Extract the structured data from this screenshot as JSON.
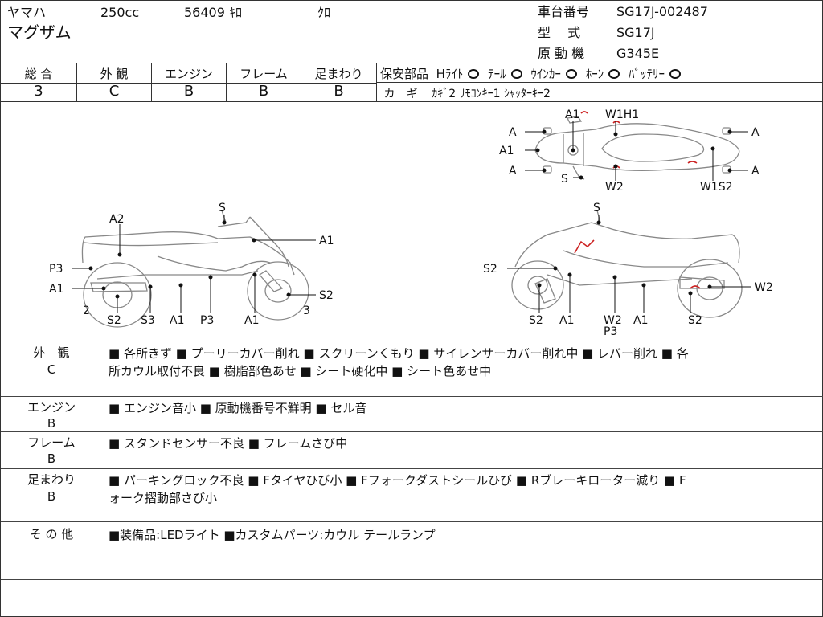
{
  "header": {
    "maker": "ヤマハ",
    "displacement": "250cc",
    "mileage": "56409 ｷﾛ",
    "color": "ｸﾛ",
    "model_name": "マグザム",
    "frame_no_label": "車台番号",
    "frame_no": "SG17J-002487",
    "type_label": "型　 式",
    "type_value": "SG17J",
    "engine_label": "原 動 機",
    "engine_value": "G345E"
  },
  "grades": [
    {
      "label": "総 合",
      "value": "3"
    },
    {
      "label": "外 観",
      "value": "C"
    },
    {
      "label": "エンジン",
      "value": "B"
    },
    {
      "label": "フレーム",
      "value": "B"
    },
    {
      "label": "足まわり",
      "value": "B"
    }
  ],
  "safety": {
    "title": "保安部品",
    "items": [
      "Hﾗｲﾄ",
      "ﾃｰﾙ",
      "ｳｲﾝｶｰ",
      "ﾎｰﾝ",
      "ﾊﾞｯﾃﾘｰ"
    ],
    "keys_label": "カ　ギ",
    "keys_value": "ｶｷﾞ2 ﾘﾓｺﾝｷｰ1 ｼｬｯﾀｰｷｰ2"
  },
  "diagram_labels": {
    "top": [
      "A1",
      "W1H1",
      "A",
      "A",
      "A1",
      "A",
      "A",
      "S",
      "W2",
      "W1S2"
    ],
    "left": [
      "S",
      "A2",
      "A1",
      "P3",
      "A1",
      "S2",
      "2",
      "3",
      "S2",
      "S3",
      "A1",
      "P3",
      "A1"
    ],
    "right": [
      "S",
      "S2",
      "W2",
      "S2",
      "A1",
      "W2",
      "P3",
      "A1",
      "S2"
    ]
  },
  "notes": [
    {
      "label": "外　観",
      "grade": "C",
      "lines": [
        "■ 各所きず ■ プーリーカバー削れ ■ スクリーンくもり ■ サイレンサーカバー削れ中 ■ レバー削れ ■ 各",
        "所カウル取付不良 ■ 樹脂部色あせ ■ シート硬化中 ■ シート色あせ中"
      ]
    },
    {
      "label": "エンジン",
      "grade": "B",
      "lines": [
        "■ エンジン音小 ■ 原動機番号不鮮明 ■ セル音"
      ]
    },
    {
      "label": "フレーム",
      "grade": "B",
      "lines": [
        "■ スタンドセンサー不良 ■ フレームさび中"
      ]
    },
    {
      "label": "足まわり",
      "grade": "B",
      "lines": [
        "■ パーキングロック不良 ■ Fタイヤひび小 ■ Fフォークダストシールひび ■ Rブレーキローター減り ■ F",
        "ォーク摺動部さび小"
      ]
    },
    {
      "label": "そ の 他",
      "grade": "",
      "lines": [
        "■装備品:LEDライト ■カスタムパーツ:カウル テールランプ"
      ]
    }
  ]
}
